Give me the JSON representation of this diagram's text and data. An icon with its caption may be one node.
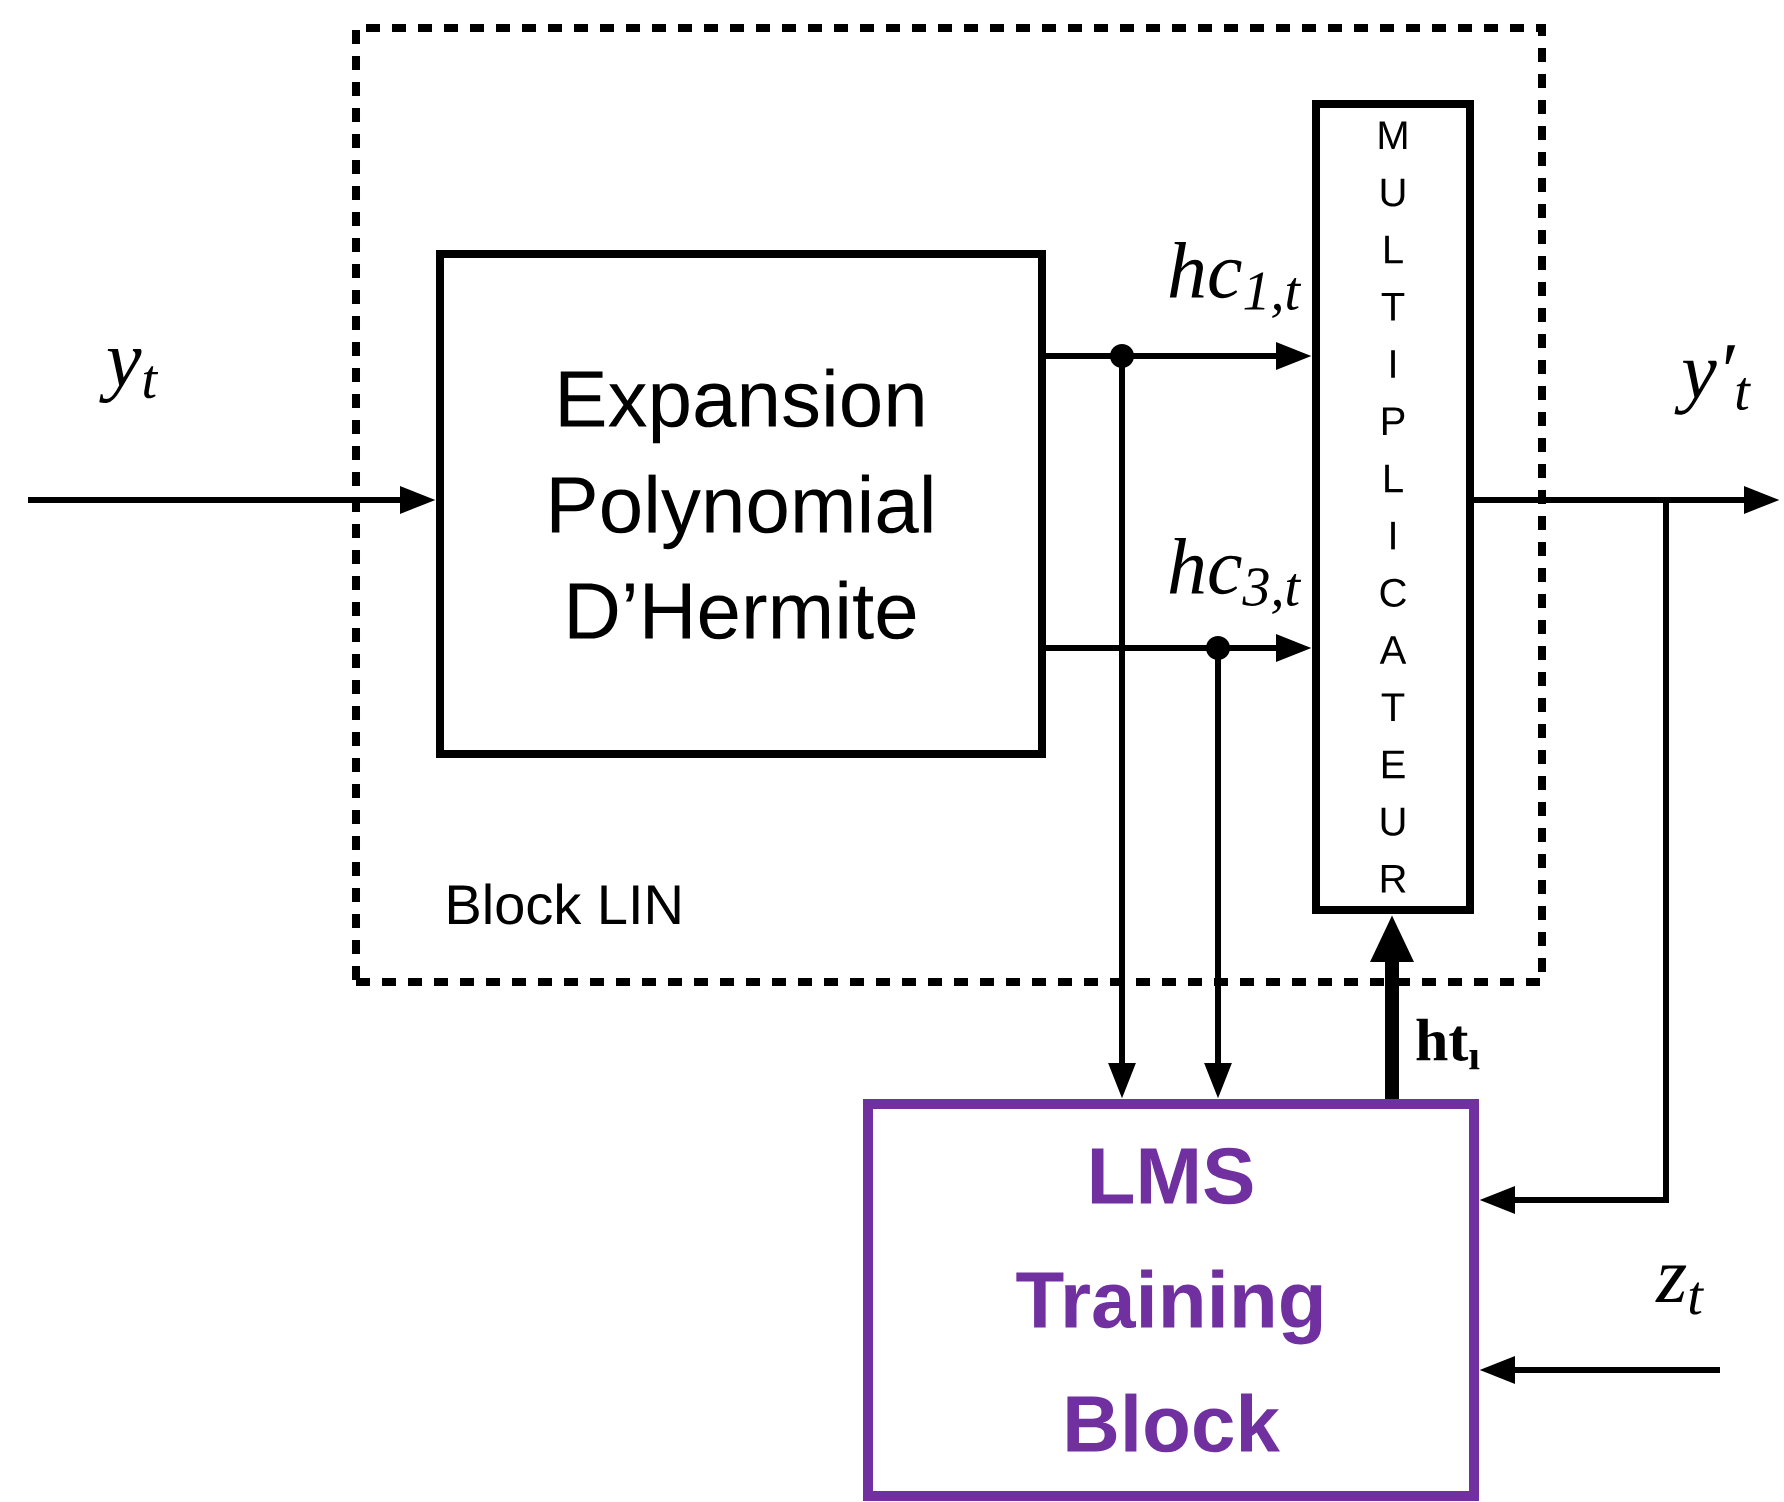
{
  "diagram": {
    "nodes": [
      {
        "text": [
          "Block LIN"
        ]
      },
      {
        "text": [
          "Expansion Polynomial D’Hermite"
        ],
        "in": 0
      },
      {
        "text": [
          "MULTIPLICATEUR"
        ],
        "in": 0
      },
      {
        "text": [
          "LMS Training Block"
        ]
      }
    ],
    "edges": [
      {
        "from": null,
        "to": 1,
        "arrow": "to",
        "label": "y$_{t}$"
      },
      {
        "from": 1,
        "to": 2,
        "arrow": "to",
        "label": "hc$_{1,t}$"
      },
      {
        "from": 1,
        "to": 2,
        "arrow": "to",
        "label": "hc$_{3,t}$"
      },
      {
        "from": 1,
        "to": 3,
        "arrow": "to"
      },
      {
        "from": 1,
        "to": 3,
        "arrow": "to"
      },
      {
        "from": 2,
        "to": null,
        "arrow": "to",
        "label": "y′$_{t}$"
      },
      {
        "from": 2,
        "to": 3,
        "arrow": "to"
      },
      {
        "from": 3,
        "to": 2,
        "arrow": "to",
        "style": "thick",
        "label": "ht$_{ı}$"
      },
      {
        "from": null,
        "to": 3,
        "arrow": "to",
        "label": "z$_{t}$"
      }
    ]
  }
}
